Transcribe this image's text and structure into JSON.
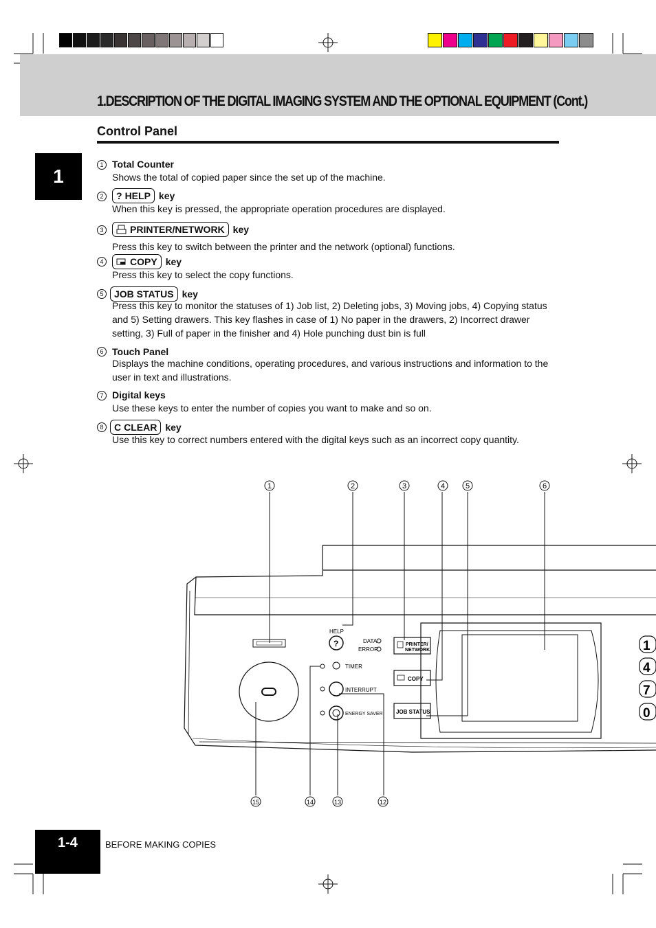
{
  "page": {
    "title": "1.DESCRIPTION OF THE DIGITAL IMAGING SYSTEM AND THE OPTIONAL EQUIPMENT (Cont.)",
    "section_title": "Control Panel",
    "chapter_number": "1",
    "page_number": "1-4",
    "footer": "BEFORE MAKING COPIES"
  },
  "items": [
    {
      "num": "1",
      "name": "Total Counter",
      "desc": "Shows the total of copied paper since the set up of the machine."
    },
    {
      "num": "2",
      "key_icon": "?",
      "key_label": "HELP",
      "suffix": "key",
      "desc": "When this key is pressed, the appropriate operation procedures are displayed."
    },
    {
      "num": "3",
      "key_label": "PRINTER/NETWORK",
      "suffix": "key",
      "desc": "Press this key to switch between the printer and the network (optional) functions."
    },
    {
      "num": "4",
      "key_label": "COPY",
      "suffix": "key",
      "desc": "Press this key to select the copy functions."
    },
    {
      "num": "5",
      "key_label": "JOB STATUS",
      "suffix": "key",
      "desc": "Press this key to monitor the statuses of 1) Job list, 2) Deleting jobs, 3) Moving jobs, 4) Copying status and 5) Setting drawers. This key flashes in case of 1) No paper in the drawers, 2) Incorrect drawer setting, 3) Full of paper in the finisher and 4) Hole punching dust bin is full"
    },
    {
      "num": "6",
      "name": "Touch Panel",
      "desc": "Displays the machine conditions, operating procedures, and various instructions and information to the user in text and illustrations."
    },
    {
      "num": "7",
      "name": "Digital keys",
      "desc": "Use these keys to enter the number of copies you want to make and so on."
    },
    {
      "num": "8",
      "key_icon": "C",
      "key_label": "CLEAR",
      "suffix": "key",
      "desc": "Use this key to correct numbers entered with the digital keys such as an incorrect copy quantity."
    }
  ],
  "diagram": {
    "callouts_top": [
      "1",
      "2",
      "3",
      "4",
      "5",
      "6"
    ],
    "callouts_bottom": [
      "15",
      "14",
      "13",
      "12"
    ],
    "labels": {
      "help": "HELP",
      "help_key": "?",
      "data": "DATA",
      "error": "ERROR",
      "printer_network_1": "PRINTER/",
      "printer_network_2": "NETWORK",
      "copy": "COPY",
      "job_status": "JOB STATUS",
      "timer": "TIMER",
      "interrupt": "INTERRUPT",
      "energy_saver": "ENERGY SAVER",
      "digits": [
        "1",
        "4",
        "7",
        "0"
      ]
    }
  },
  "colors": {
    "gray_bar": [
      "#000000",
      "#111111",
      "#1d1d1d",
      "#2b2b2b",
      "#3a3434",
      "#4e4747",
      "#686060",
      "#807878",
      "#9c9494",
      "#b8b0b0",
      "#d4cfcf",
      "#ffffff"
    ],
    "color_bar": [
      "#fff200",
      "#ec008c",
      "#00aeef",
      "#2e3192",
      "#00a651",
      "#ed1c24",
      "#231f20",
      "#fff799",
      "#f49ac1",
      "#7accf0",
      "#8c8c8c"
    ]
  }
}
